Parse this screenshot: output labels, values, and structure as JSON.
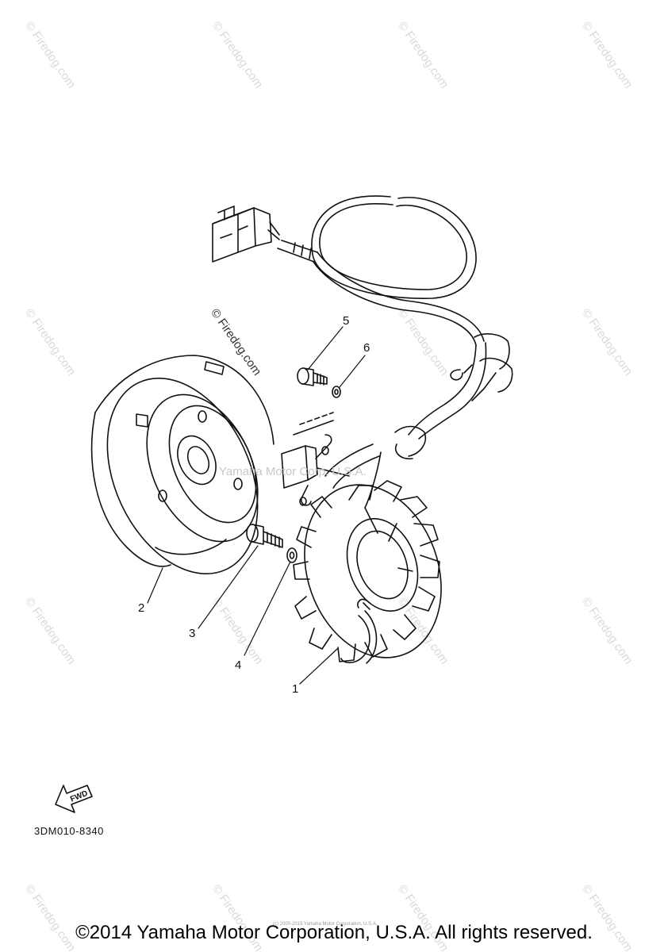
{
  "diagram": {
    "callouts": [
      "1",
      "2",
      "3",
      "4",
      "5",
      "6"
    ],
    "part_code": "3DM010-8340",
    "fwd_label": "FWD"
  },
  "watermarks": {
    "tile_text": "© Firedog.com",
    "diagram_text": "© Firedog.com",
    "center_text": "Yamaha Motor Corp, U.S.A."
  },
  "footer": {
    "fine_print": "(c) 2000-2015 Yamaha Motor Corporation, U.S.A.",
    "copyright": "©2014 Yamaha Motor Corporation, U.S.A. All rights reserved."
  }
}
